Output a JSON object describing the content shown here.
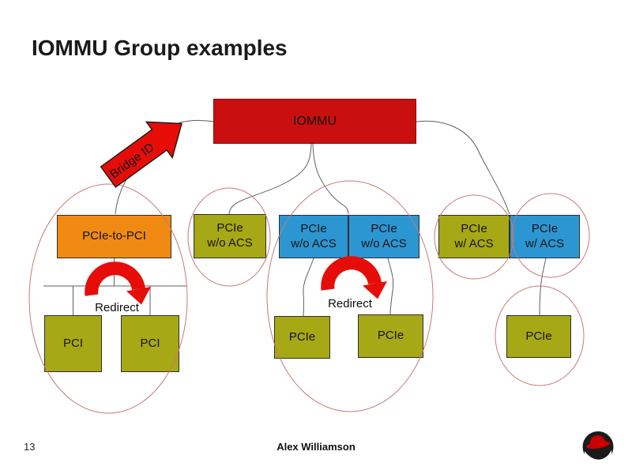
{
  "slide": {
    "title": "IOMMU Group examples"
  },
  "colors": {
    "box_red": "#c9100f",
    "box_red_border": "#8a0808",
    "box_orange": "#f08a12",
    "box_olive": "#a7a815",
    "box_blue": "#2c96d2",
    "group_ellipse": "#c97876",
    "connector": "#5f5f5f",
    "arrow_red": "#e60d09",
    "arrow_outline": "#1a1a1a",
    "logo_dark": "#1b1b1b",
    "logo_red": "#cc0000"
  },
  "diagram": {
    "iommu": {
      "label": "IOMMU"
    },
    "bridge_arrow": {
      "label": "Bridge ID"
    },
    "redirect_left": {
      "label": "Redirect"
    },
    "redirect_middle": {
      "label": "Redirect"
    },
    "boxes": {
      "pcie_to_pci": {
        "label": "PCIe-to-PCI"
      },
      "pci_left": {
        "label": "PCI"
      },
      "pci_right": {
        "label": "PCI"
      },
      "pcie_wo_acs_single": {
        "label": "PCIe\nw/o ACS"
      },
      "pcie_wo_acs_left": {
        "label": "PCIe\nw/o ACS"
      },
      "pcie_wo_acs_right": {
        "label": "PCIe\nw/o ACS"
      },
      "pcie_mid_left": {
        "label": "PCIe"
      },
      "pcie_mid_right": {
        "label": "PCIe"
      },
      "pcie_w_acs_olive": {
        "label": "PCIe\nw/ ACS"
      },
      "pcie_w_acs_blue": {
        "label": "PCIe\nw/ ACS"
      },
      "pcie_bottom_right": {
        "label": "PCIe"
      }
    }
  },
  "footer": {
    "page_number": "13",
    "author": "Alex Williamson",
    "logo_icon": "red-hat-shadowman-logo"
  }
}
